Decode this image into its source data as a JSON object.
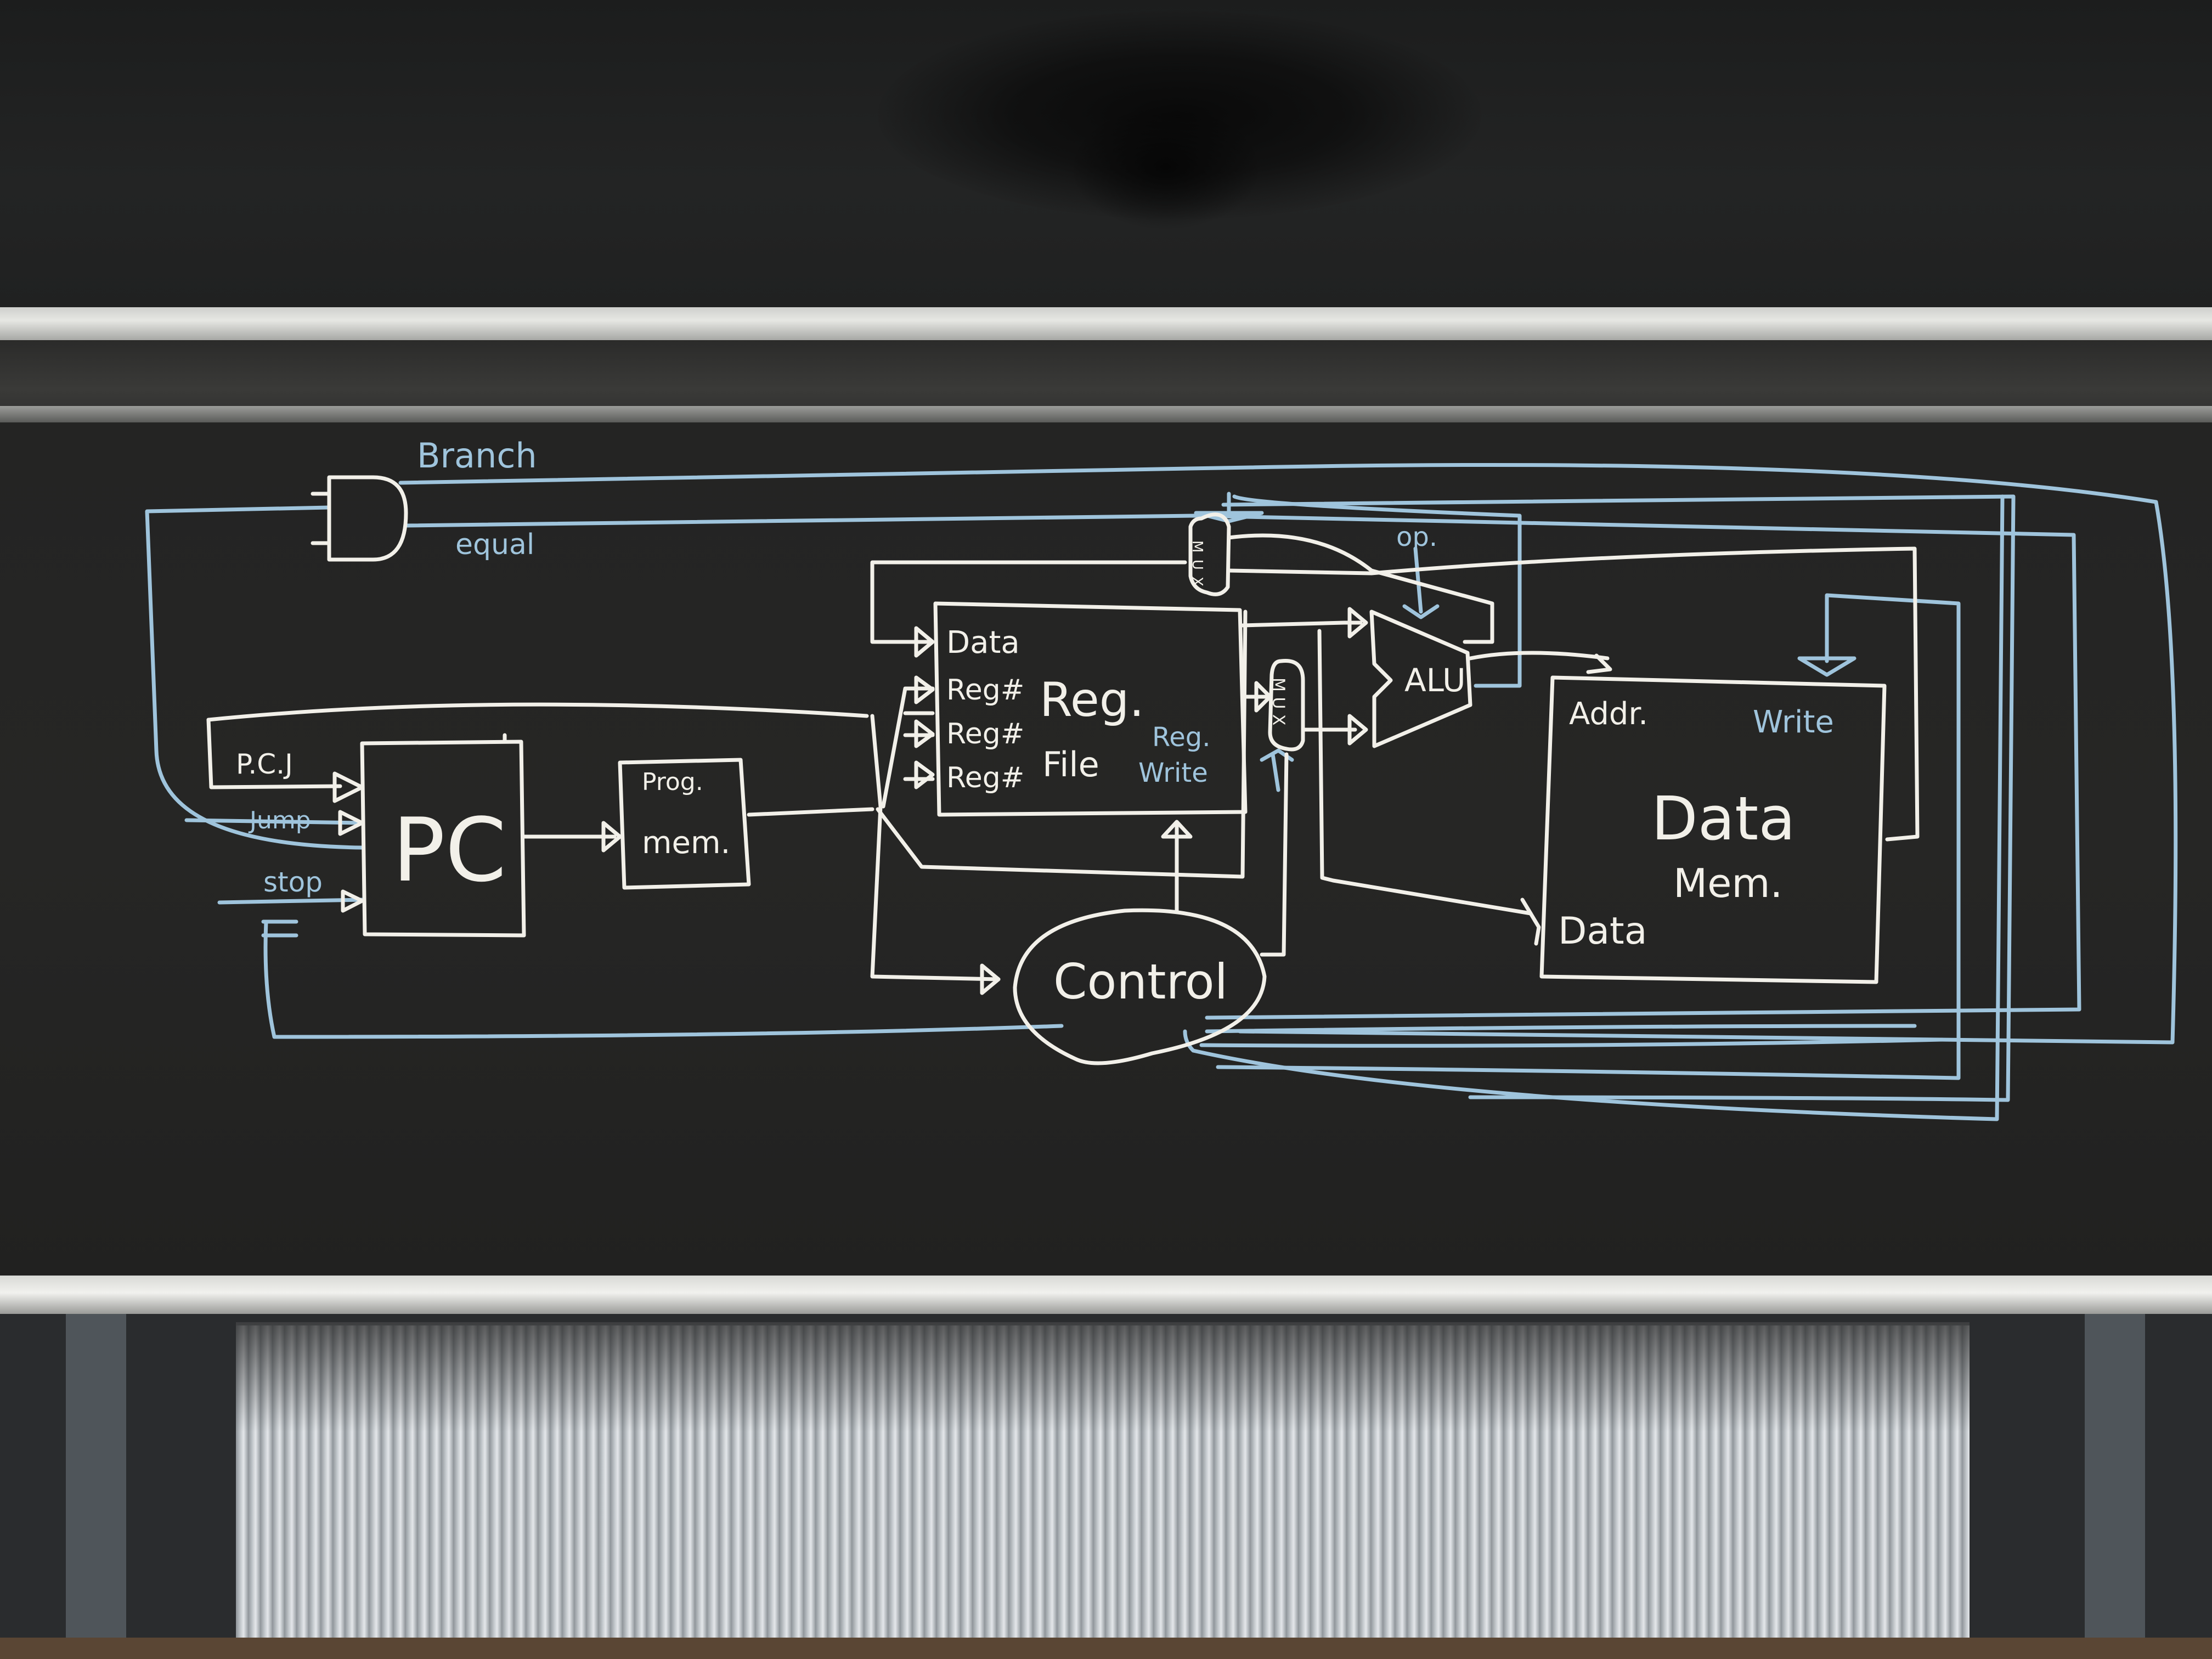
{
  "labels": {
    "branch": "Branch",
    "equal": "equal",
    "op": "op.",
    "pcj": "P.C.J",
    "jump": "Jump",
    "stop": "stop",
    "pc": "PC",
    "prog": "Prog.",
    "mem": "mem.",
    "reg_data": "Data",
    "reg_num_1": "Reg#",
    "reg_num_2": "Reg#",
    "reg_num_3": "Reg#",
    "reg": "Reg.",
    "file": "File",
    "reg_write_1": "Reg.",
    "reg_write_2": "Write",
    "mux_top": "M U X",
    "mux_mid": "M U X",
    "alu": "ALU",
    "addr": "Addr.",
    "write": "Write",
    "data_mem_1": "Data",
    "data_mem_2": "Mem.",
    "data_in": "Data",
    "control": "Control"
  },
  "colors": {
    "chalk_white": "#f2f0e9",
    "chalk_blue": "#9fc4dc",
    "board": "#242423"
  }
}
